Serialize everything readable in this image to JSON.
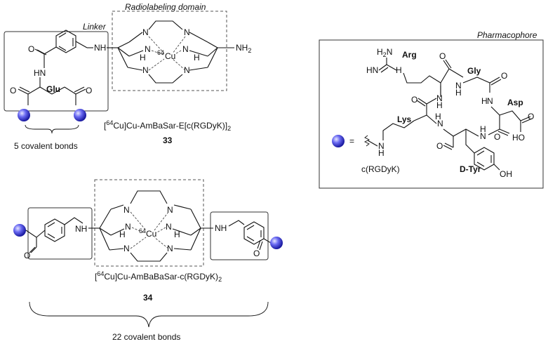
{
  "labels": {
    "radiolabeling_domain": "Radiolabeling domain",
    "linker": "Linker",
    "pharmacophore": "Pharmacophore"
  },
  "compound_33": {
    "name_prefix": "[",
    "isotope": "64",
    "name_main": "Cu]Cu-AmBaSar-E[c(RGDyK)]",
    "name_sub": "2",
    "number": "33",
    "glu_label": "Glu",
    "bond_count": "5 covalent bonds"
  },
  "compound_34": {
    "name_prefix": "[",
    "isotope": "64",
    "name_main": "Cu]Cu-AmBaBaSar-c(RGDyK)",
    "name_sub": "2",
    "number": "34",
    "bond_count": "22 covalent bonds"
  },
  "cage": {
    "n": "N",
    "nh": "N",
    "h": "H",
    "cu": "Cu",
    "cu_iso": "64",
    "nh2": "NH",
    "nh2_sub": "2",
    "nh_link": "NH",
    "n_link": "N",
    "h_link": "H"
  },
  "rgd": {
    "arg": "Arg",
    "gly": "Gly",
    "asp": "Asp",
    "lys": "Lys",
    "dtyr": "D-Tyr",
    "name": "c(RGDyK)",
    "h2n": "H",
    "h2n_sub": "2",
    "h2n_n": "N",
    "hn": "HN",
    "h": "H",
    "n": "N",
    "o": "O",
    "oh": "OH",
    "ho": "HO",
    "equals": "="
  },
  "colors": {
    "sphere_light": "#c9c9ff",
    "sphere_mid": "#5a5af0",
    "sphere_dark": "#1a1aa0"
  }
}
